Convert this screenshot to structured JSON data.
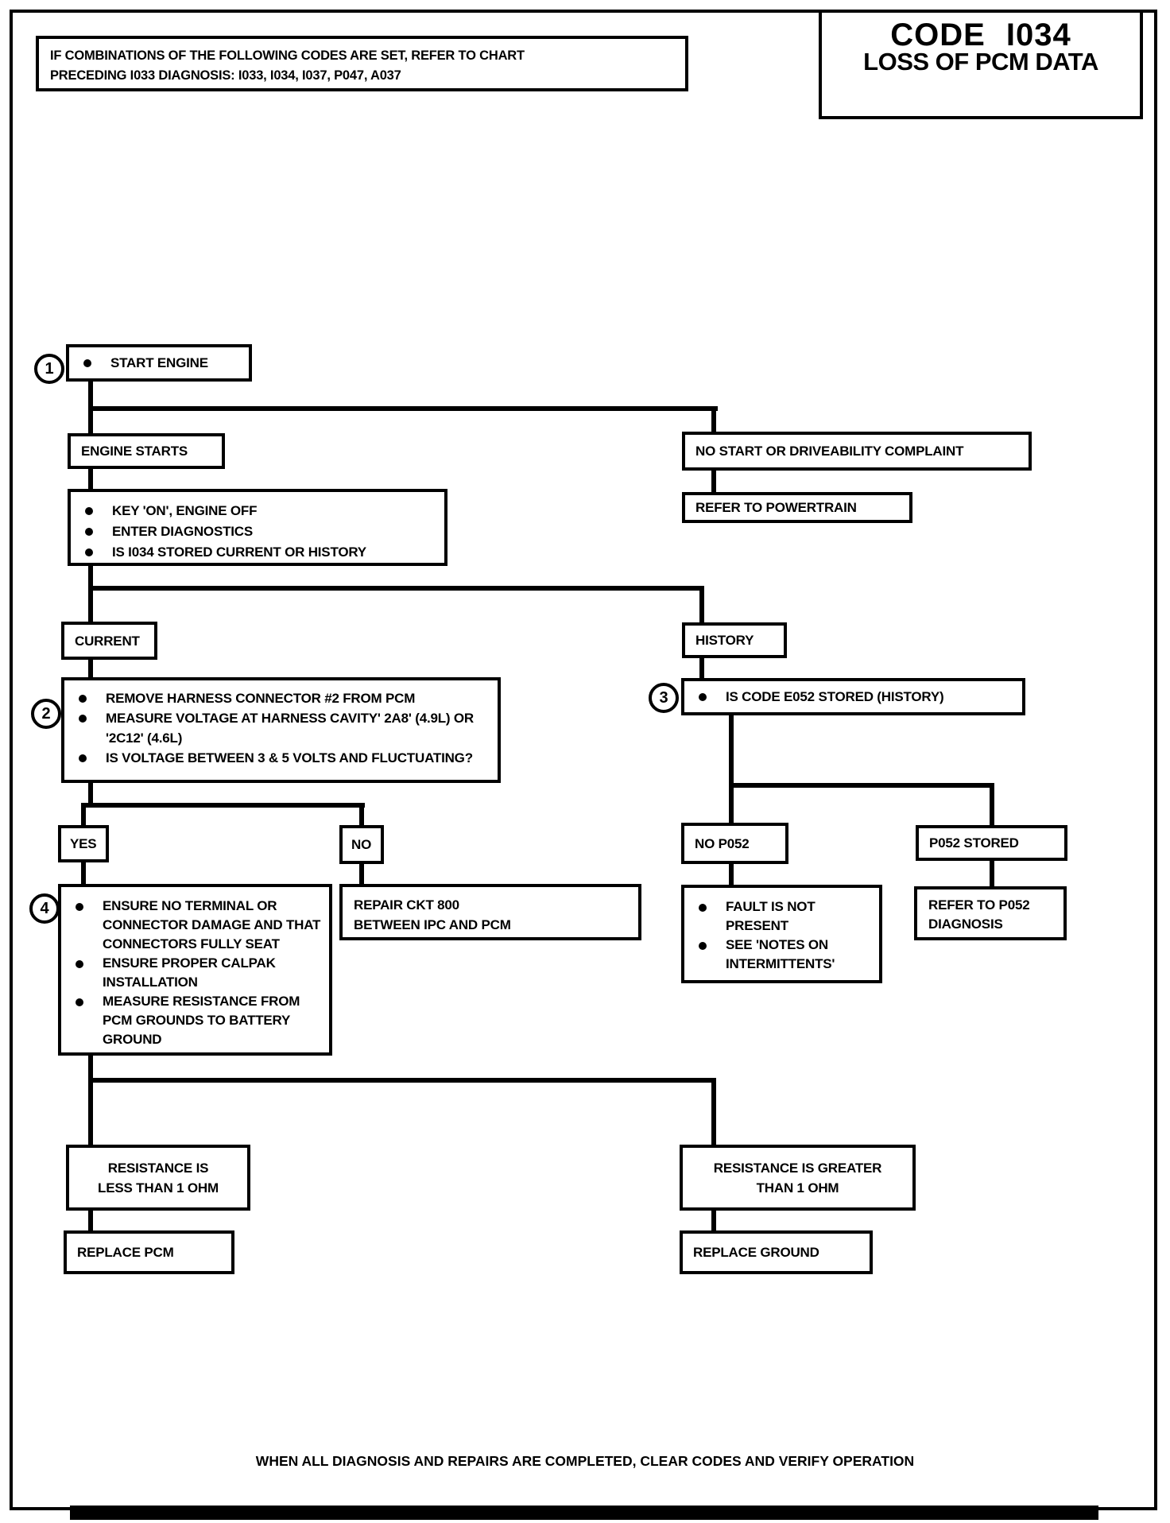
{
  "colors": {
    "ink": "#000000",
    "paper": "#ffffff"
  },
  "header": {
    "note_line1": "IF COMBINATIONS OF THE FOLLOWING CODES ARE SET, REFER TO CHART",
    "note_line2": "PRECEDING I033 DIAGNOSIS: I033, I034, I037, P047, A037",
    "code_title": "CODE I034",
    "code_subtitle": "LOSS OF PCM DATA"
  },
  "footer": {
    "text": "WHEN ALL DIAGNOSIS AND REPAIRS ARE COMPLETED, CLEAR CODES AND VERIFY OPERATION"
  },
  "step_markers": {
    "one": "1",
    "two": "2",
    "three": "3",
    "four": "4"
  },
  "nodes": {
    "start_engine": {
      "bullets": [
        "START ENGINE"
      ]
    },
    "engine_starts": {
      "label": "ENGINE STARTS"
    },
    "no_start": {
      "label": "NO START OR DRIVEABILITY COMPLAINT"
    },
    "refer_powertrain": {
      "label": "REFER TO POWERTRAIN"
    },
    "key_on": {
      "bullets": [
        "KEY 'ON', ENGINE OFF",
        "ENTER DIAGNOSTICS",
        "IS I034 STORED CURRENT OR HISTORY"
      ]
    },
    "current": {
      "label": "CURRENT"
    },
    "history": {
      "label": "HISTORY"
    },
    "step2": {
      "bullets": [
        "REMOVE HARNESS CONNECTOR #2 FROM PCM",
        "MEASURE VOLTAGE AT HARNESS CAVITY' 2A8' (4.9L) OR '2C12' (4.6L)",
        "IS VOLTAGE BETWEEN 3 & 5 VOLTS AND FLUCTUATING?"
      ]
    },
    "step3": {
      "bullets": [
        "IS CODE E052 STORED (HISTORY)"
      ]
    },
    "yes": {
      "label": "YES"
    },
    "no": {
      "label": "NO"
    },
    "step4": {
      "bullets": [
        "ENSURE NO TERMINAL OR CONNECTOR DAMAGE AND THAT CONNECTORS FULLY SEAT",
        "ENSURE PROPER CALPAK INSTALLATION",
        "MEASURE RESISTANCE FROM PCM GROUNDS TO BATTERY GROUND"
      ]
    },
    "repair_ckt_800": {
      "label": "REPAIR CKT 800 BETWEEN IPC AND PCM"
    },
    "no_p052": {
      "label": "NO P052"
    },
    "p052_stored": {
      "label": "P052 STORED"
    },
    "fault_not_present": {
      "bullets": [
        "FAULT IS NOT PRESENT",
        "SEE 'NOTES ON INTERMITTENTS'"
      ]
    },
    "refer_p052": {
      "label": "REFER TO P052 DIAGNOSIS"
    },
    "resistance_less": {
      "label": "RESISTANCE IS LESS THAN 1 OHM"
    },
    "resistance_greater": {
      "label": "RESISTANCE IS GREATER THAN 1 OHM"
    },
    "replace_pcm": {
      "label": "REPLACE PCM"
    },
    "replace_ground": {
      "label": "REPLACE GROUND"
    }
  }
}
